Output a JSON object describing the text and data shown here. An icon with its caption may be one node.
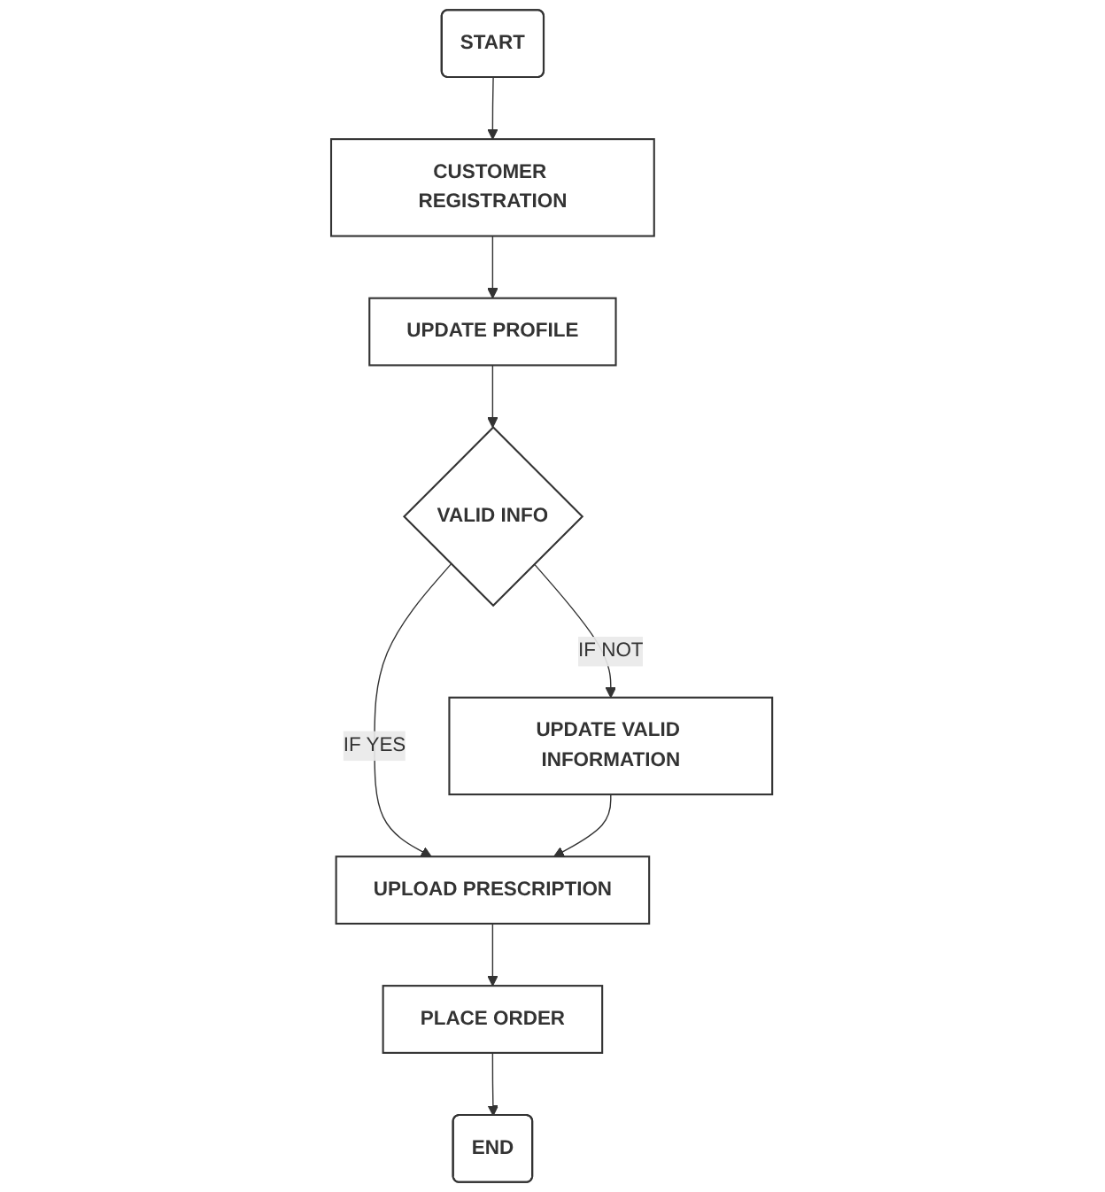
{
  "diagram": {
    "nodes": [
      {
        "text": [
          "START"
        ]
      },
      {
        "text": [
          "CUSTOMER REGISTRATION"
        ]
      },
      {
        "text": [
          "UPDATE PROFILE"
        ]
      },
      {
        "text": [
          "VALID INFO"
        ]
      },
      {
        "text": [
          "UPDATE VALID INFORMATION"
        ]
      },
      {
        "text": [
          "UPLOAD PRESCRIPTION"
        ]
      },
      {
        "text": [
          "PLACE ORDER"
        ]
      },
      {
        "text": [
          "END"
        ]
      }
    ],
    "edges": [
      {
        "from": 0,
        "to": 1,
        "arrow": "to"
      },
      {
        "from": 1,
        "to": 2,
        "arrow": "to"
      },
      {
        "from": 2,
        "to": 3,
        "arrow": "to"
      },
      {
        "from": 3,
        "to": 4,
        "arrow": "to",
        "label": "IF NOT"
      },
      {
        "from": 3,
        "to": 5,
        "arrow": "to",
        "label": "IF YES"
      },
      {
        "from": 4,
        "to": 5,
        "arrow": "to"
      },
      {
        "from": 5,
        "to": 6,
        "arrow": "to"
      },
      {
        "from": 6,
        "to": 7,
        "arrow": "to"
      }
    ]
  }
}
